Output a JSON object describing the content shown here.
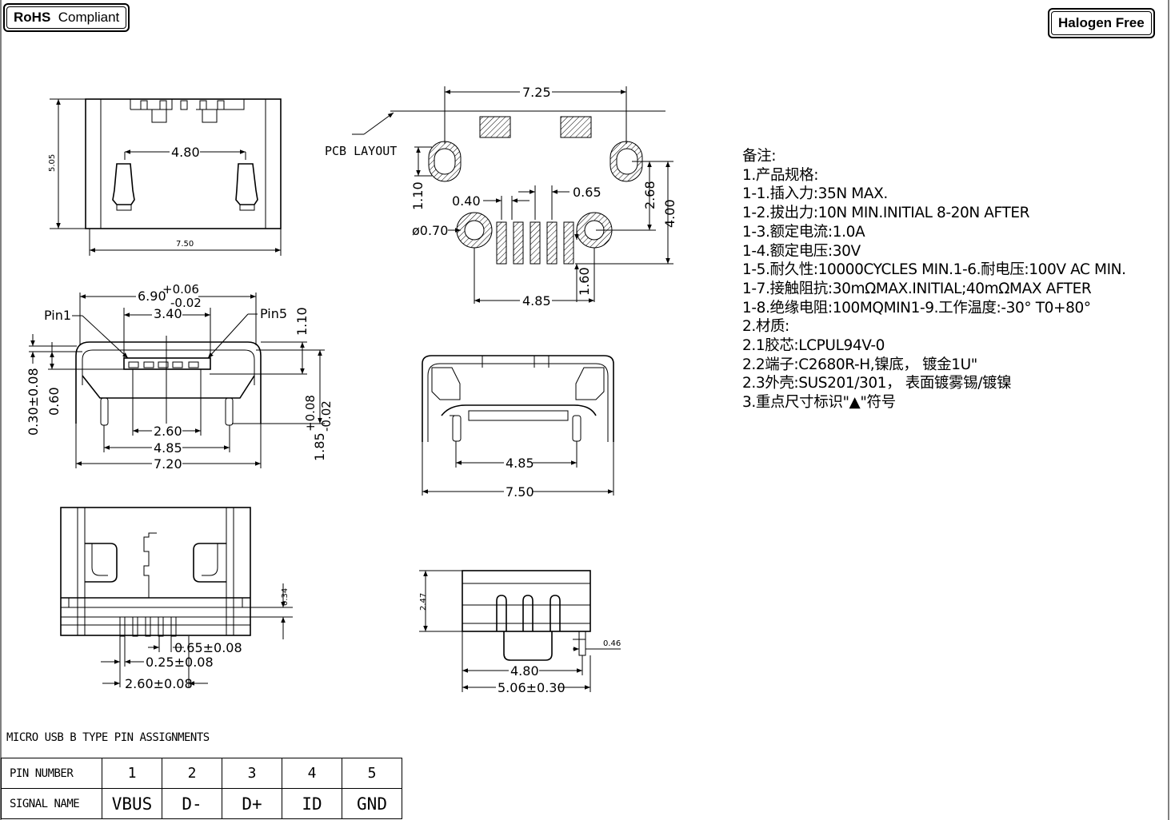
{
  "badges": {
    "rohs_bold": "RoHS",
    "rohs_rest": "Compliant",
    "halogen": "Halogen Free"
  },
  "pcb_label": "PCB LAYOUT",
  "dims": {
    "d725": "7.25",
    "d110a": "1.10",
    "d040": "0.40",
    "d065": "0.65",
    "d268": "2.68",
    "d400": "4.00",
    "d070": "ø0.70",
    "d160": "1.60",
    "d485a": "4.85",
    "d505": "5.05",
    "d480a": "4.80",
    "d750a": "7.50",
    "d690": "6.90",
    "d690tol_up": "+0.06",
    "d690tol_dn": "-0.02",
    "d340": "3.40",
    "pin1": "Pin1",
    "pin5": "Pin5",
    "d110b": "1.10",
    "d030": "0.30±0.08",
    "d060": "0.60",
    "d260": "2.60",
    "d485b": "4.85",
    "d720": "7.20",
    "d185": "1.85",
    "d185tol_up": "+0.08",
    "d185tol_dn": "-0.02",
    "d485c": "4.85",
    "d750b": "7.50",
    "d034": "0.34",
    "d065b": "0.65±0.08",
    "d025": "0.25±0.08",
    "d260b": "2.60±0.08",
    "d247": "2.47",
    "d046": "0.46",
    "d480b": "4.80",
    "d506": "5.06±0.30"
  },
  "notes": [
    "备注:",
    "1.产品规格:",
    "1-1.插入力:35N MAX.",
    "1-2.拔出力:10N MIN.INITIAL 8-20N AFTER",
    "1-3.额定电流:1.0A",
    "1-4.额定电压:30V",
    "1-5.耐久性:10000CYCLES MIN.1-6.耐电压:100V AC MIN.",
    "1-7.接触阻抗:30mΩMAX.INITIAL;40mΩMAX AFTER",
    "1-8.绝缘电阻:100MQMIN1-9.工作温度:-30° T0+80°",
    "2.材质:",
    "2.1胶芯:LCPUL94V-0",
    "2.2端子:C2680R-H,镍底， 镀金1U\"",
    "2.3外壳:SUS201/301， 表面镀雾锡/镀镍",
    "3.重点尺寸标识\"▲\"符号"
  ],
  "pin_table": {
    "title": "MICRO USB B TYPE PIN ASSIGNMENTS",
    "row1_header": "PIN NUMBER",
    "row2_header": "SIGNAL NAME",
    "pins": [
      "1",
      "2",
      "3",
      "4",
      "5"
    ],
    "signals": [
      "VBUS",
      "D-",
      "D+",
      "ID",
      "GND"
    ]
  }
}
